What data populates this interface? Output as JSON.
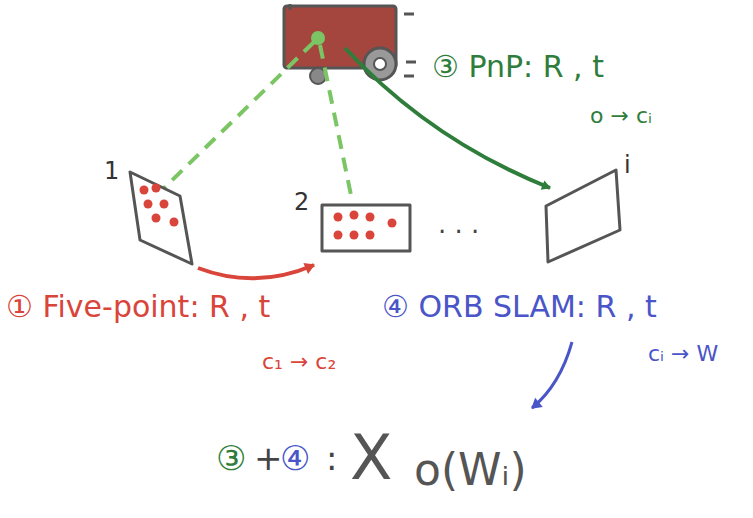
{
  "diagram": {
    "nodes": [
      {
        "text": [
          "1"
        ]
      },
      {
        "text": [
          "2"
        ]
      },
      {
        "text": [
          "i"
        ]
      }
    ],
    "edges": [
      {
        "from": 0,
        "to": 1,
        "arrow": "to"
      }
    ],
    "labels": [
      "③ PnP: R , t",
      "o → cᵢ",
      "· · ·",
      "① Five-point: R , t",
      "c₁ → c₂",
      "④ ORB SLAM: R , t",
      "cᵢ → W",
      "③",
      "+",
      "④",
      ":",
      "X",
      "o(Wᵢ)"
    ]
  }
}
